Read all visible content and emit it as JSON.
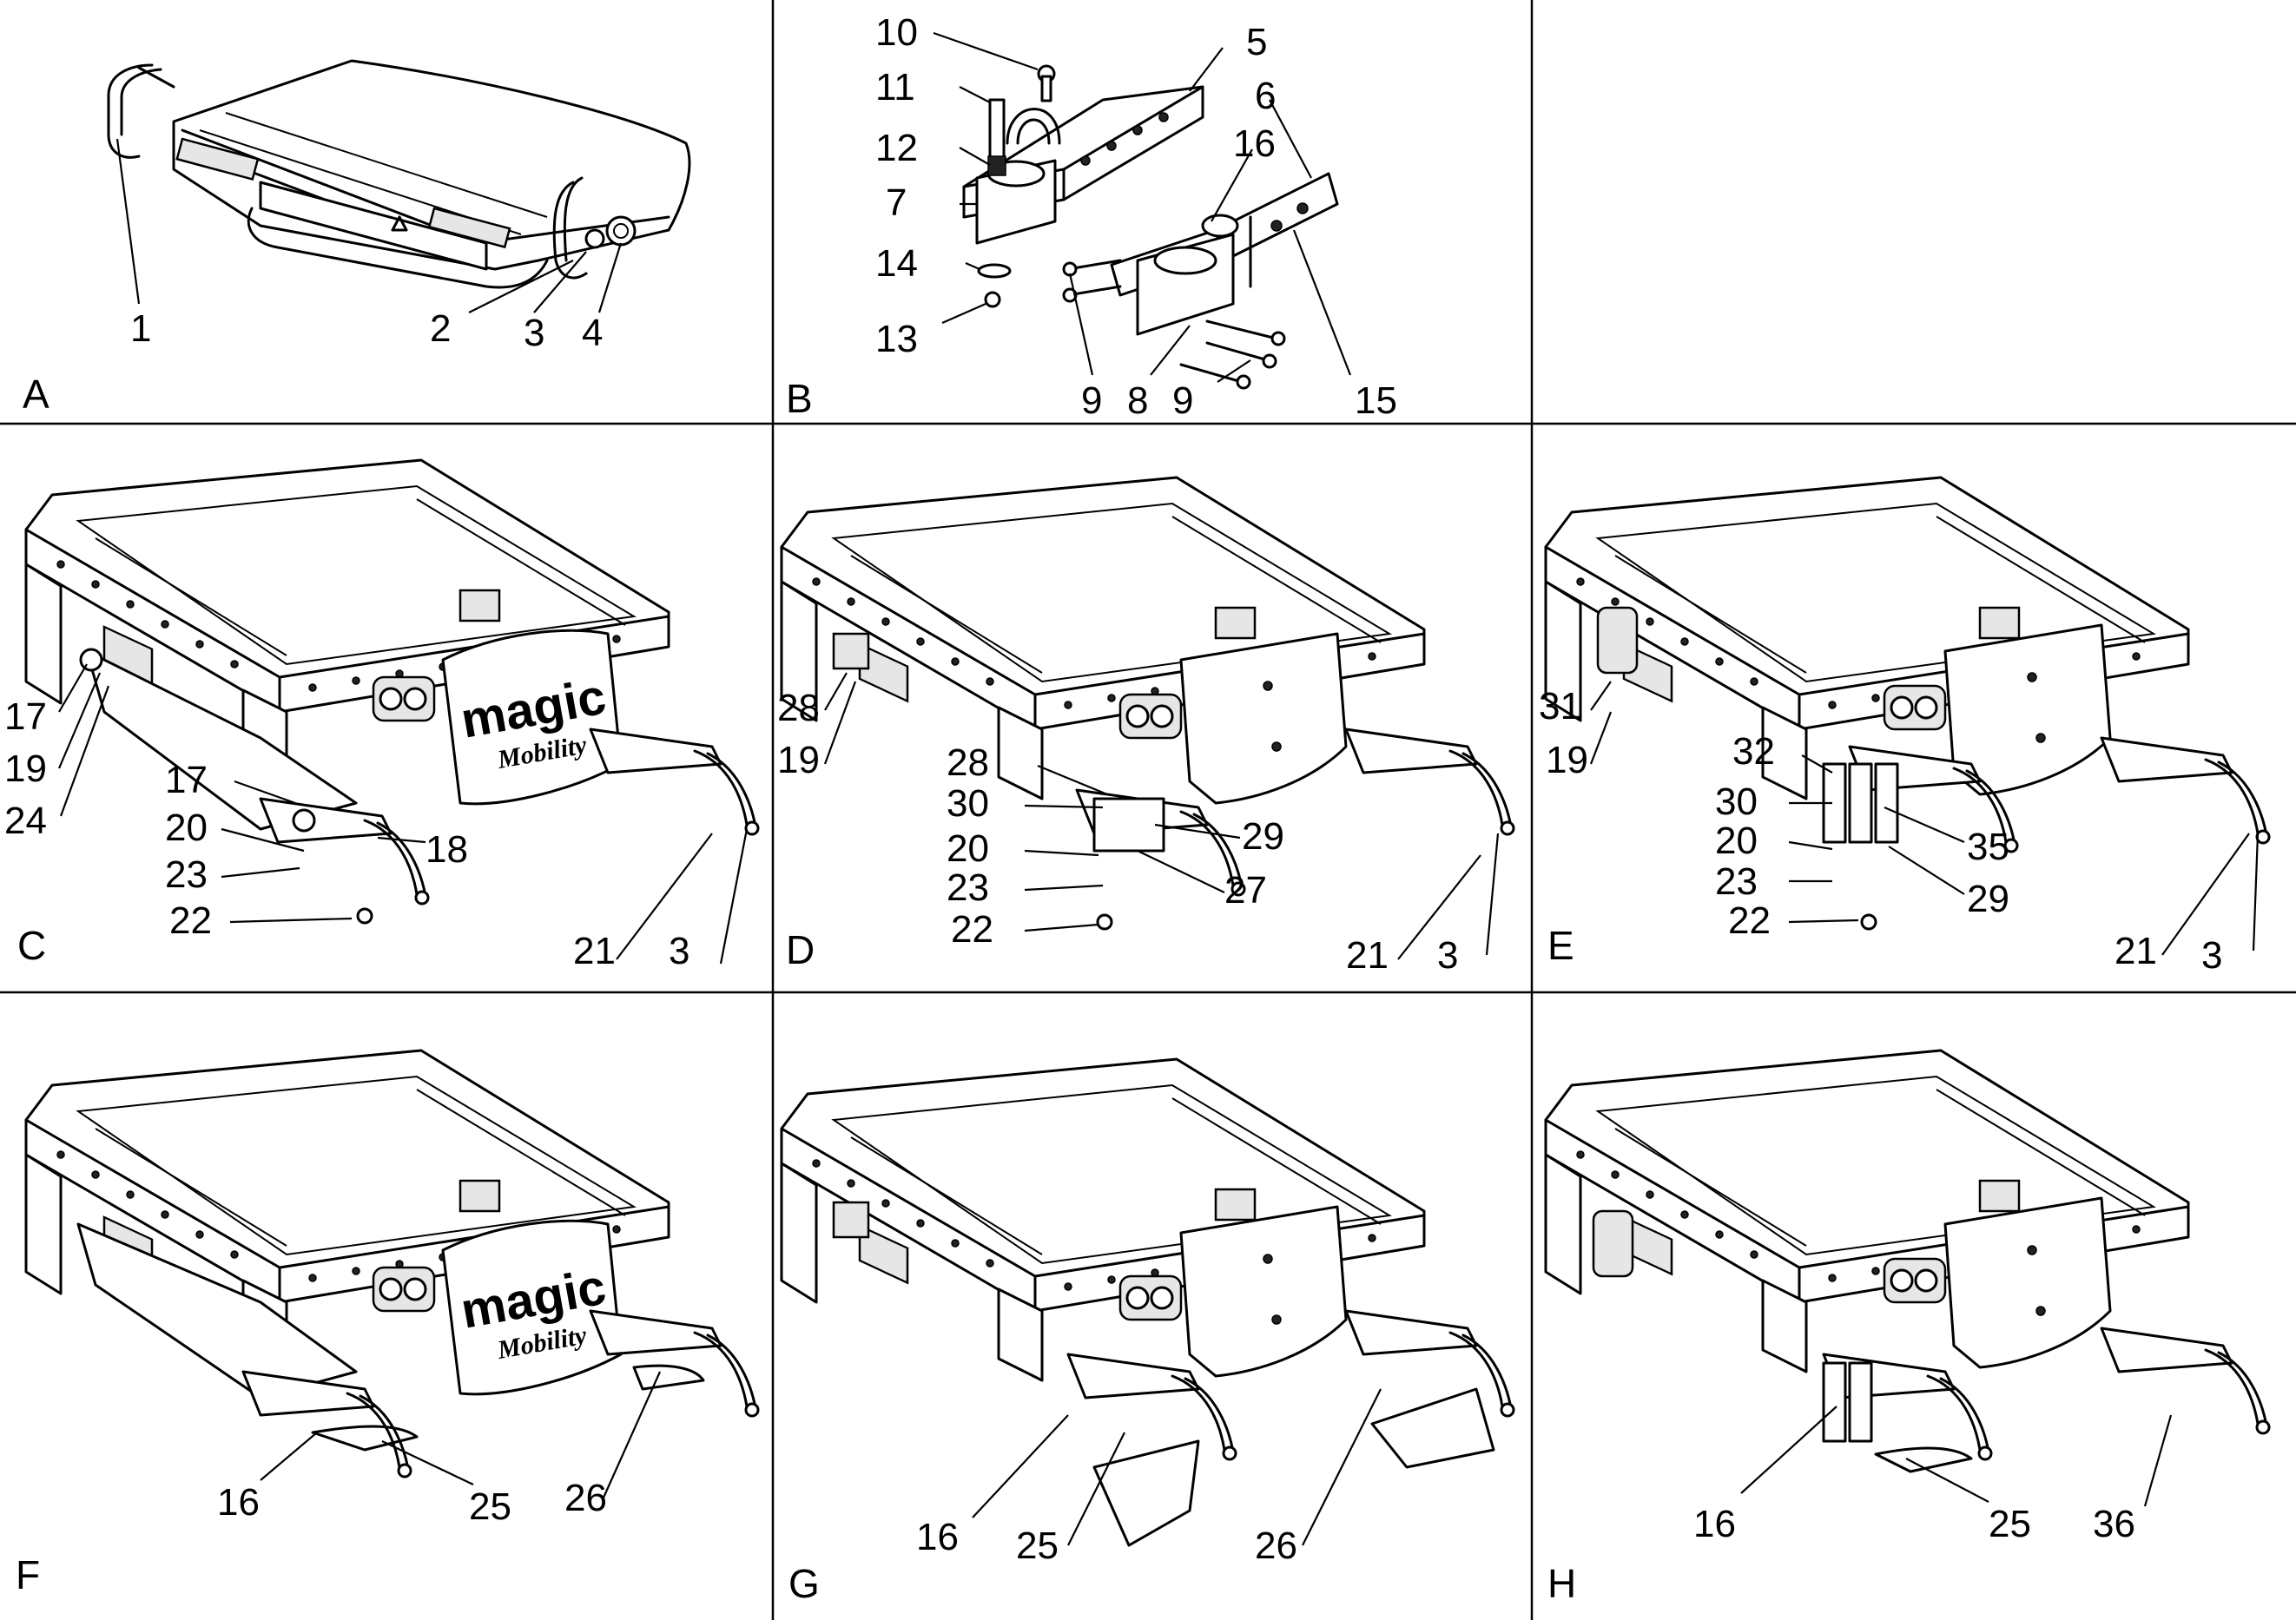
{
  "brand": {
    "logo_word": "magic",
    "logo_subword": "Mobility"
  },
  "panels": [
    {
      "id": "A",
      "letter": "A",
      "callouts": [
        {
          "id": "1",
          "label": "1"
        },
        {
          "id": "2",
          "label": "2"
        },
        {
          "id": "3",
          "label": "3"
        },
        {
          "id": "4",
          "label": "4"
        }
      ]
    },
    {
      "id": "B",
      "letter": "B",
      "callouts": [
        {
          "id": "10",
          "label": "10"
        },
        {
          "id": "11",
          "label": "11"
        },
        {
          "id": "12",
          "label": "12"
        },
        {
          "id": "7",
          "label": "7"
        },
        {
          "id": "14",
          "label": "14"
        },
        {
          "id": "13",
          "label": "13"
        },
        {
          "id": "5",
          "label": "5"
        },
        {
          "id": "6",
          "label": "6"
        },
        {
          "id": "16",
          "label": "16"
        },
        {
          "id": "9a",
          "label": "9"
        },
        {
          "id": "8",
          "label": "8"
        },
        {
          "id": "9b",
          "label": "9"
        },
        {
          "id": "15",
          "label": "15"
        }
      ]
    },
    {
      "id": "C",
      "letter": "C",
      "callouts": [
        {
          "id": "17a",
          "label": "17"
        },
        {
          "id": "19",
          "label": "19"
        },
        {
          "id": "24",
          "label": "24"
        },
        {
          "id": "17b",
          "label": "17"
        },
        {
          "id": "20",
          "label": "20"
        },
        {
          "id": "23",
          "label": "23"
        },
        {
          "id": "18",
          "label": "18"
        },
        {
          "id": "22",
          "label": "22"
        },
        {
          "id": "21",
          "label": "21"
        },
        {
          "id": "3",
          "label": "3"
        }
      ]
    },
    {
      "id": "D",
      "letter": "D",
      "callouts": [
        {
          "id": "28a",
          "label": "28"
        },
        {
          "id": "19",
          "label": "19"
        },
        {
          "id": "28b",
          "label": "28"
        },
        {
          "id": "30",
          "label": "30"
        },
        {
          "id": "20",
          "label": "20"
        },
        {
          "id": "23",
          "label": "23"
        },
        {
          "id": "22",
          "label": "22"
        },
        {
          "id": "29",
          "label": "29"
        },
        {
          "id": "27",
          "label": "27"
        },
        {
          "id": "21",
          "label": "21"
        },
        {
          "id": "3",
          "label": "3"
        }
      ]
    },
    {
      "id": "E",
      "letter": "E",
      "callouts": [
        {
          "id": "31",
          "label": "31"
        },
        {
          "id": "19",
          "label": "19"
        },
        {
          "id": "32",
          "label": "32"
        },
        {
          "id": "30",
          "label": "30"
        },
        {
          "id": "20",
          "label": "20"
        },
        {
          "id": "23",
          "label": "23"
        },
        {
          "id": "22",
          "label": "22"
        },
        {
          "id": "35",
          "label": "35"
        },
        {
          "id": "29",
          "label": "29"
        },
        {
          "id": "21",
          "label": "21"
        },
        {
          "id": "3",
          "label": "3"
        }
      ]
    },
    {
      "id": "F",
      "letter": "F",
      "callouts": [
        {
          "id": "16",
          "label": "16"
        },
        {
          "id": "25",
          "label": "25"
        },
        {
          "id": "26",
          "label": "26"
        }
      ]
    },
    {
      "id": "G",
      "letter": "G",
      "callouts": [
        {
          "id": "16",
          "label": "16"
        },
        {
          "id": "25",
          "label": "25"
        },
        {
          "id": "26",
          "label": "26"
        }
      ]
    },
    {
      "id": "H",
      "letter": "H",
      "callouts": [
        {
          "id": "16",
          "label": "16"
        },
        {
          "id": "25",
          "label": "25"
        },
        {
          "id": "36",
          "label": "36"
        }
      ]
    }
  ]
}
